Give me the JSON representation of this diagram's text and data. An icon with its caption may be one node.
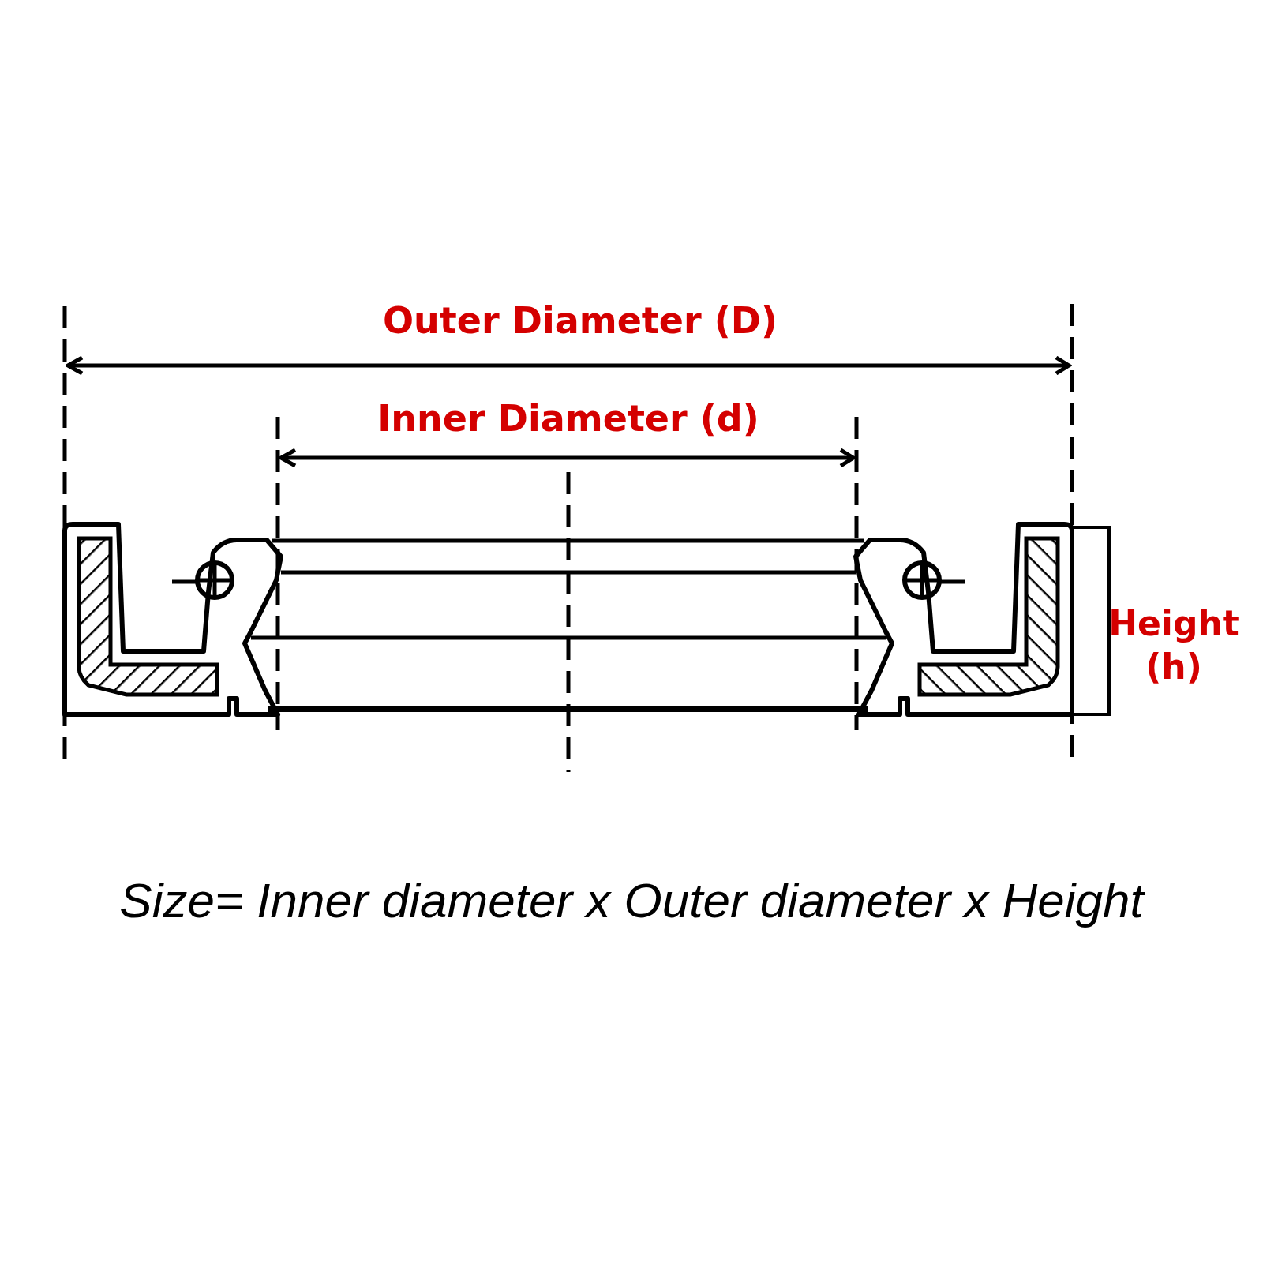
{
  "diagram": {
    "labels": [
      "Outer Diameter (D)",
      "Inner Diameter (d)",
      "Height (h)"
    ],
    "caption": "Size= Inner diameter x Outer diameter x Height"
  }
}
